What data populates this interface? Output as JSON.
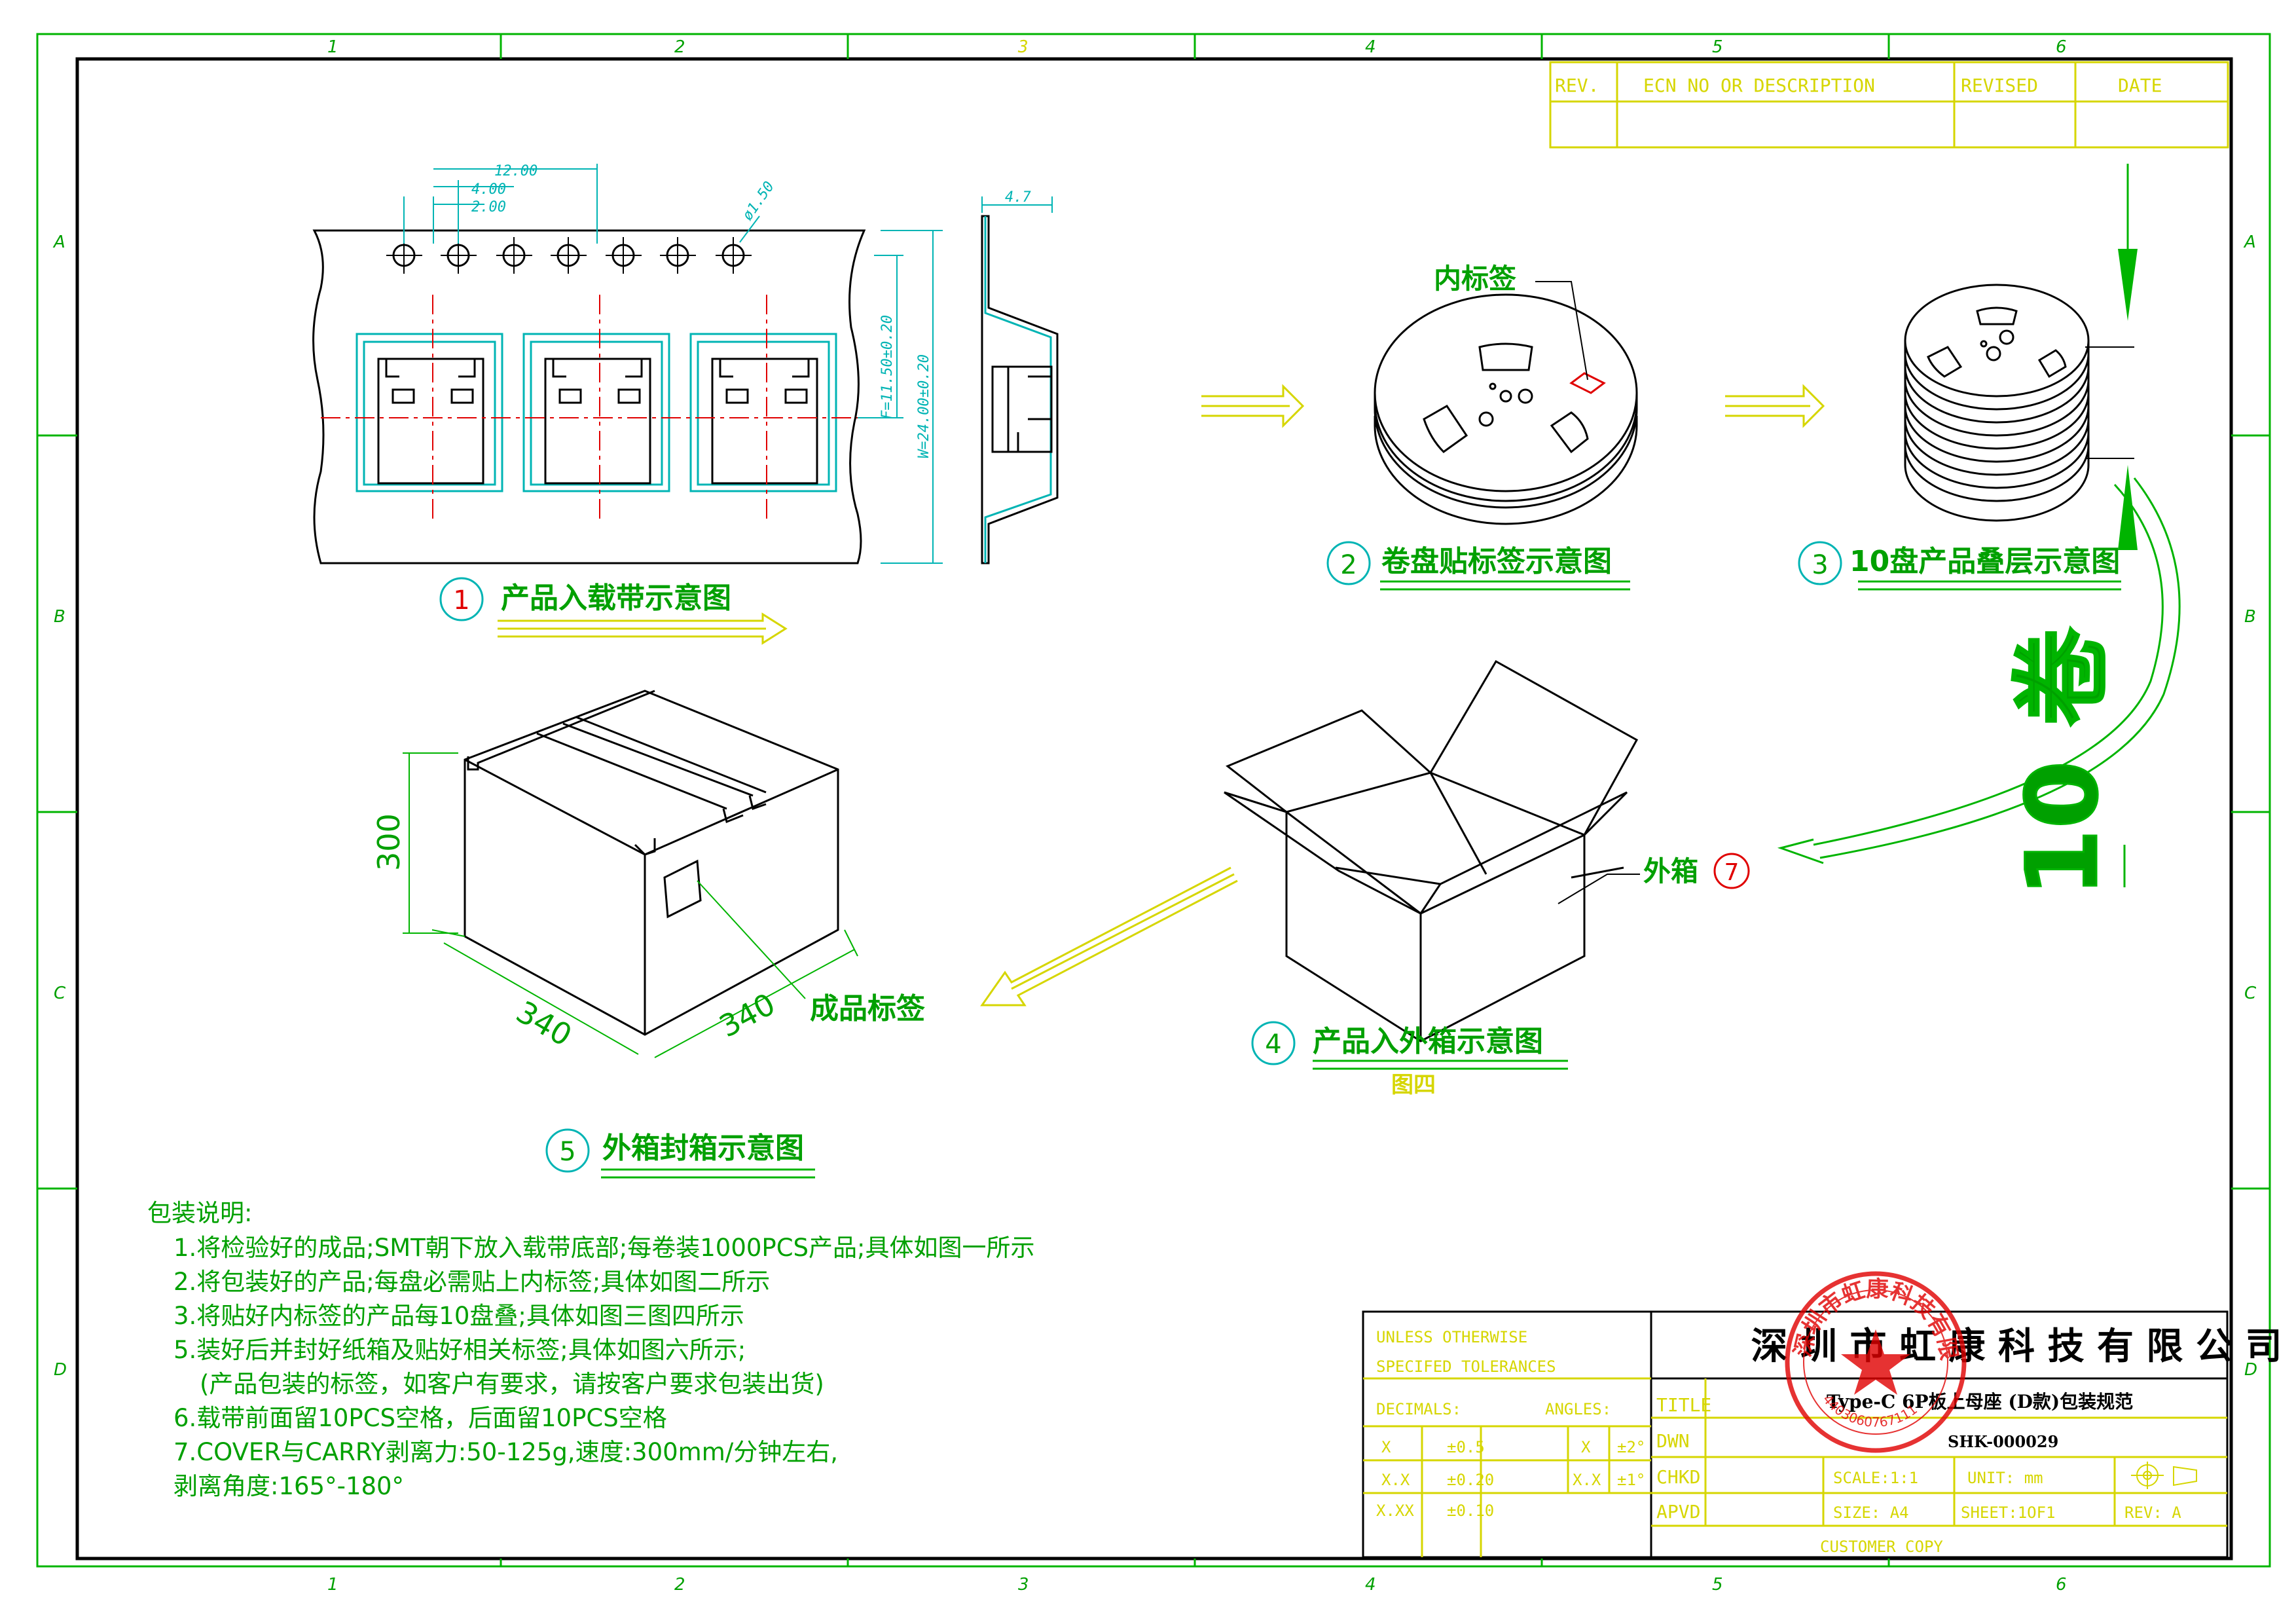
{
  "border": {
    "top_zones": [
      "1",
      "2",
      "3",
      "4",
      "5",
      "6"
    ],
    "bottom_zones": [
      "1",
      "2",
      "3",
      "4",
      "5",
      "6"
    ],
    "left_rows": [
      "A",
      "B",
      "C",
      "D"
    ],
    "right_rows": [
      "A",
      "B",
      "C",
      "D"
    ]
  },
  "revision_block": {
    "rev": "REV.",
    "ecn": "ECN NO OR DESCRIPTION",
    "revised": "REVISED",
    "date": "DATE"
  },
  "figure1": {
    "dims": {
      "pitch_12": "12.00",
      "pitch_4": "4.00",
      "pitch_2": "2.00",
      "hole_dia": "ø1.50",
      "f": "F=11.50±0.20",
      "w": "W=24.00±0.20",
      "side_thk": "4.7"
    },
    "num": "1",
    "caption": "产品入载带示意图"
  },
  "figure2": {
    "num": "2",
    "caption": "卷盘贴标签示意图",
    "inner_label": "内标签"
  },
  "figure3": {
    "num": "3",
    "caption": "10盘产品叠层示意图",
    "stack_text": "10 卷"
  },
  "figure4": {
    "num": "4",
    "caption": "产品入外箱示意图",
    "sub": "图四",
    "outer_box_label": "外箱",
    "outer_box_num": "7"
  },
  "figure5": {
    "num": "5",
    "caption": "外箱封箱示意图",
    "dim_h": "300",
    "dim_w1": "340",
    "dim_w2": "340",
    "product_label": "成品标签"
  },
  "notes": {
    "title": "包装说明:",
    "lines": [
      "1.将检验好的成品;SMT朝下放入载带底部;每卷装1000PCS产品;具体如图一所示",
      "2.将包装好的产品;每盘必需贴上内标签;具体如图二所示",
      "3.将贴好内标签的产品每10盘叠;具体如图三图四所示",
      "5.装好后并封好纸箱及贴好相关标签;具体如图六所示;",
      "(产品包装的标签，如客户有要求，请按客户要求包装出货)",
      "6.载带前面留10PCS空格，后面留10PCS空格",
      "7.COVER与CARRY剥离力:50-125g,速度:300mm/分钟左右,",
      "剥离角度:165°-180°"
    ]
  },
  "title_block": {
    "company": "深 圳 市 虹 康 科 技 有 限 公 司",
    "unless": "UNLESS OTHERWISE",
    "specified": "SPECIFED TOLERANCES",
    "decimals": "DECIMALS:",
    "angles": "ANGLES:",
    "x": "X",
    "x_tol": "±0.5",
    "xx": "X.X",
    "xx_tol": "±0.20",
    "xxx": "X.XX",
    "xxx_tol": "±0.10",
    "ang_x": "X",
    "ang_x_tol": "±2°",
    "ang_xx": "X.X",
    "ang_xx_tol": "±1°",
    "title_lbl": "TITLE",
    "title_val": "Type-C 6P板上母座 (D款)包装规范",
    "dwn_lbl": "DWN",
    "dwn_val": "SHK-000029",
    "chkd_lbl": "CHKD",
    "scale": "SCALE:1:1",
    "unit": "UNIT: mm",
    "apvd_lbl": "APVD",
    "size": "SIZE: A4",
    "sheet": "SHEET:1OF1",
    "rev": "REV: A",
    "customer": "CUSTOMER COPY",
    "stamp_text": "深圳市虹康科技有限公司",
    "stamp_num": "4403060767111"
  },
  "colors": {
    "green": "#00b400",
    "yellow": "#d6d600",
    "cyan": "#00b4b4",
    "red": "#e00000",
    "black": "#000000"
  }
}
